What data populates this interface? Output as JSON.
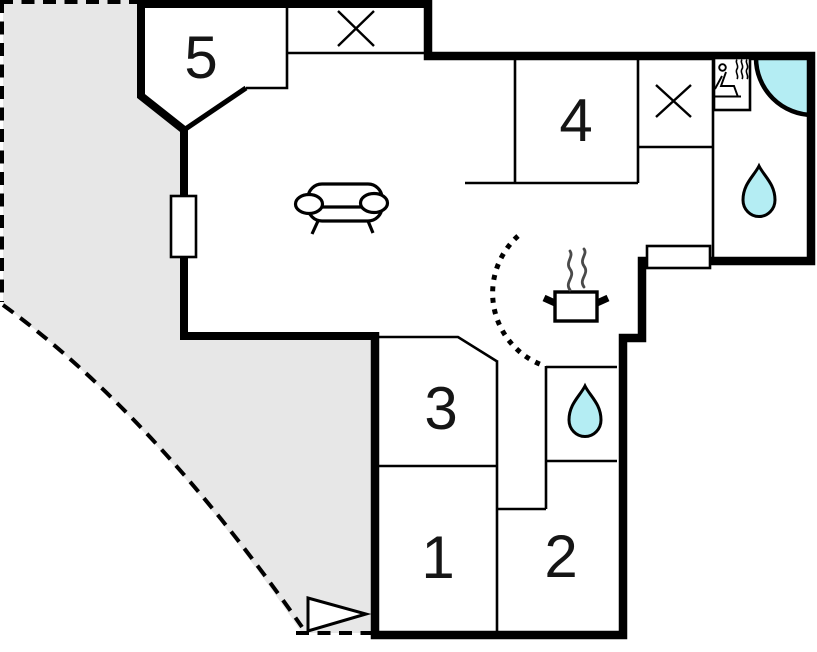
{
  "floorplan": {
    "title": "holiday-home-floor-plan",
    "rooms": [
      {
        "id": "room-1",
        "label": "1"
      },
      {
        "id": "room-2",
        "label": "2"
      },
      {
        "id": "room-3",
        "label": "3"
      },
      {
        "id": "room-4",
        "label": "4"
      },
      {
        "id": "room-5",
        "label": "5"
      }
    ],
    "icons": [
      "sofa-icon",
      "cooking-pot-icon",
      "steam-icon",
      "sauna-icon",
      "shower-corner-icon",
      "water-drop-icon-bathroom",
      "water-drop-icon-wc",
      "window-x-icon-top",
      "window-x-icon-right",
      "entrance-arrow-icon",
      "door-swing-arc"
    ],
    "colors": {
      "wall": "#000000",
      "terrace_fill": "#e7e7e7",
      "water": "#b4edf3",
      "background": "#ffffff",
      "steam": "#4a4a4a"
    }
  }
}
